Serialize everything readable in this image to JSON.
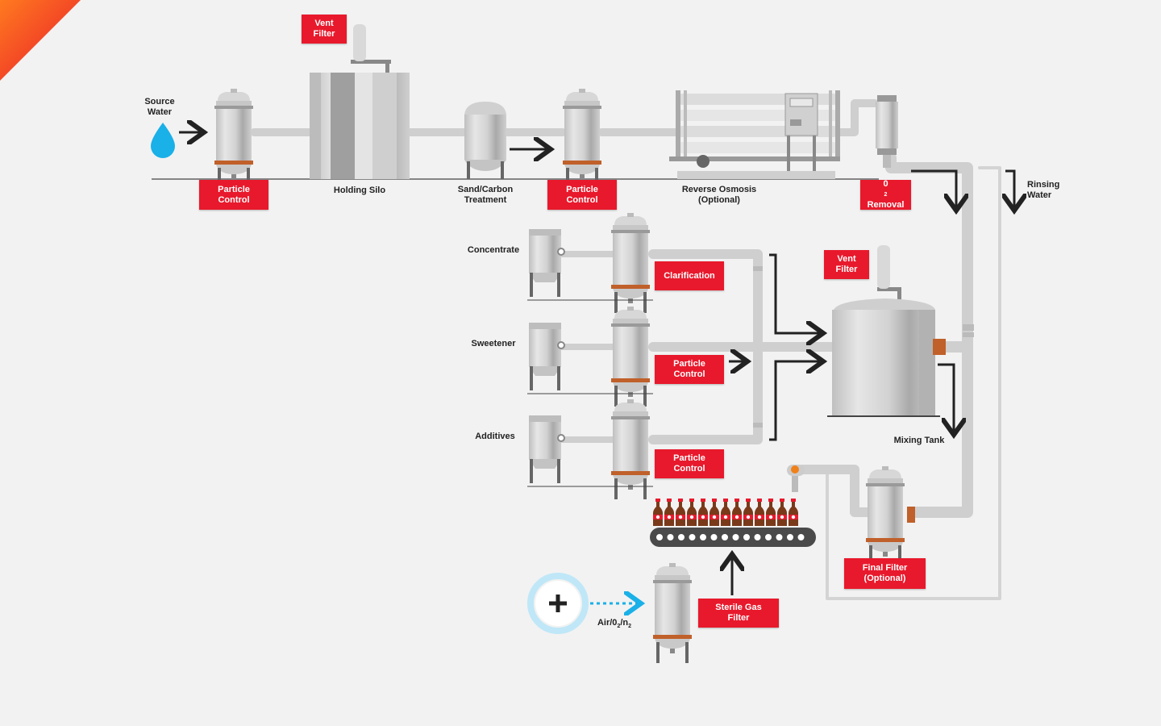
{
  "labels": {
    "source_water": [
      "Source",
      "Water"
    ],
    "holding_silo": "Holding Silo",
    "sand_carbon": [
      "Sand/Carbon",
      "Treatment"
    ],
    "reverse_osmosis": [
      "Reverse Osmosis",
      "(Optional)"
    ],
    "rinsing_water": [
      "Rinsing",
      "Water"
    ],
    "concentrate": "Concentrate",
    "sweetener": "Sweetener",
    "additives": "Additives",
    "mixing_tank": "Mixing Tank",
    "air_gas": {
      "main": "Air/0",
      "sub1": "2",
      "mid": "/n",
      "sub2": "2"
    }
  },
  "red_tags": {
    "vent_filter_top": [
      "Vent",
      "Filter"
    ],
    "particle_control_1": [
      "Particle",
      "Control"
    ],
    "particle_control_2": [
      "Particle",
      "Control"
    ],
    "o2_removal": {
      "line1_main": "0",
      "line1_sub": "2",
      "line2": "Removal"
    },
    "clarification": [
      "Clarification"
    ],
    "particle_control_3": [
      "Particle",
      "Control"
    ],
    "particle_control_4": [
      "Particle",
      "Control"
    ],
    "vent_filter_mix": [
      "Vent",
      "Filter"
    ],
    "final_filter": [
      "Final Filter",
      "(Optional)"
    ],
    "sterile_gas_filter": [
      "Sterile Gas",
      "Filter"
    ]
  },
  "colors": {
    "background": "#f2f2f2",
    "tag_red": "#e8192c",
    "pipe_gray": "#cccccc",
    "steel_light": "#dcdcdc",
    "steel_dark": "#a8a8a8",
    "copper": "#c0602a",
    "water_blue": "#1ab0e8",
    "bottle_brown": "#7a3a1a",
    "bottle_cap": "#e8192c",
    "corner_gradient_start": "#ff5a1f",
    "corner_gradient_end": "#e8192c"
  },
  "icons": [
    "water-drop-icon",
    "plus-icon",
    "arrow-icon"
  ],
  "bottle_count": 13
}
